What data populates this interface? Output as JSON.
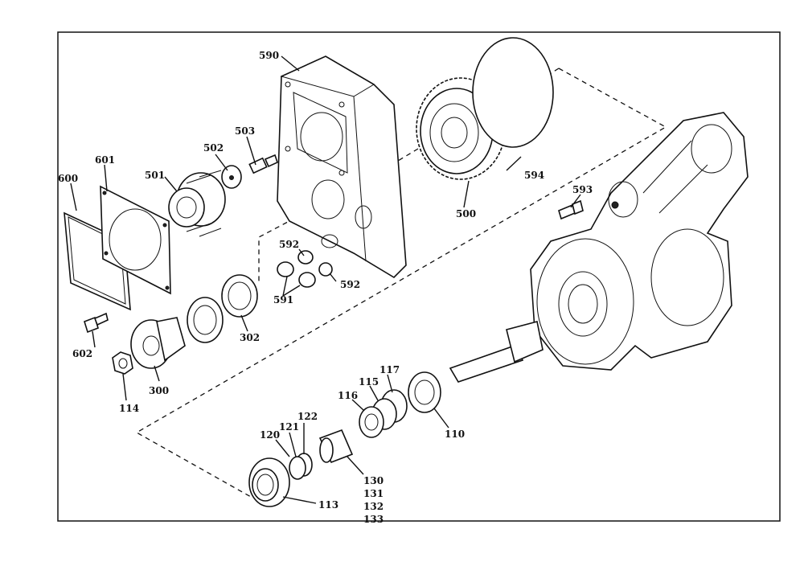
{
  "labels": {
    "l590": "590",
    "l503": "503",
    "l502": "502",
    "l601": "601",
    "l501": "501",
    "l600": "600",
    "l594": "594",
    "l500": "500",
    "l593": "593",
    "l592a": "592",
    "l592b": "592",
    "l591": "591",
    "l302": "302",
    "l602": "602",
    "l300": "300",
    "l114": "114",
    "l117": "117",
    "l115": "115",
    "l116": "116",
    "l110": "110",
    "l122": "122",
    "l121": "121",
    "l120": "120",
    "l130": "130",
    "l131": "131",
    "l132": "132",
    "l133": "133",
    "l113": "113"
  }
}
